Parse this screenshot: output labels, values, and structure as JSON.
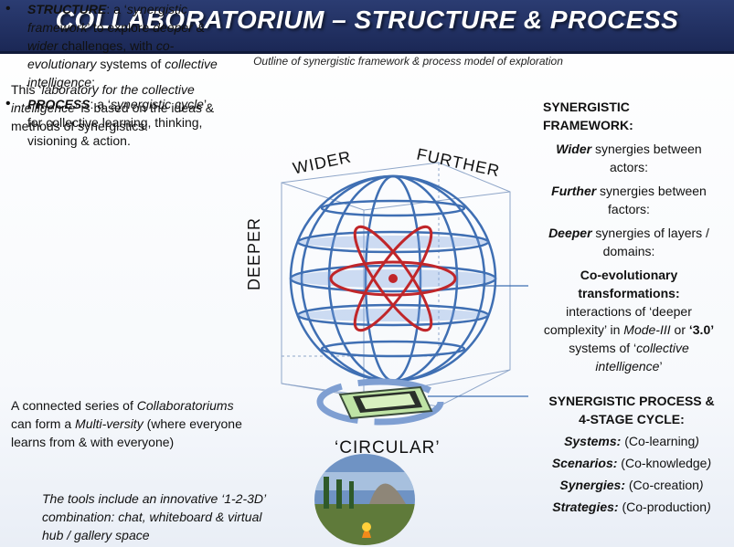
{
  "title": "COLLABORATORIUM – STRUCTURE & PROCESS",
  "subtitle": "Outline of synergistic framework & process model of exploration",
  "intro": {
    "t1": "This ‘",
    "t2": "laboratory for the collective intelligence",
    "t3": "’ is based on the ideas & methods of synergistics:"
  },
  "bullets": [
    {
      "head": "STRUCTURE",
      "t1": ": a ‘",
      "t2": "synergistic framework",
      "t3": "’ to explore ",
      "t4": "deeper & wider",
      "t5": " challenges, with ",
      "t6": "co-evolutionary",
      "t7": " systems of ",
      "t8": "collective intelligence",
      "t9": ";"
    },
    {
      "head": "PROCESS",
      "t1": ": a ‘",
      "t2": "synergistic cycle",
      "t3": "’ for collective learning, thinking, visioning & action."
    }
  ],
  "connected": {
    "t1": "A connected series of ",
    "t2": "Collaboratoriums",
    "t3": " can form a ",
    "t4": "Multi-versity",
    "t5": " (where everyone learns from & with everyone)"
  },
  "tools": "The tools include an innovative ‘1-2-3D’ combination:  chat, whiteboard & virtual hub / gallery space",
  "framework": {
    "heading": "SYNERGISTIC FRAMEWORK:",
    "wider_b": "Wider",
    "wider_t": " synergies between actors:",
    "further_b": "Further",
    "further_t": " synergies between factors:",
    "deeper_b": "Deeper",
    "deeper_t": " synergies of layers / domains:",
    "coevo_b": "Co-evolutionary transformations:",
    "coevo_t1": "interactions of ‘deeper complexity’ in ",
    "coevo_i": "Mode-III",
    "coevo_t2": " or ",
    "coevo_b2": "‘3.0’",
    "coevo_t3": " systems of ‘",
    "coevo_i2": "collective intelligence",
    "coevo_t4": "’"
  },
  "process": {
    "heading1": "SYNERGISTIC PROCESS &",
    "heading2": "4-STAGE CYCLE:",
    "items": [
      {
        "b": "Systems:",
        "t": " (Co-learning",
        "e": ")"
      },
      {
        "b": "Scenarios:",
        "t": " (Co-knowledge",
        "e": ")"
      },
      {
        "b": "Synergies:",
        "t": " (Co-creation",
        "e": ")"
      },
      {
        "b": "Strategies:",
        "t": " (Co-production",
        "e": ")"
      }
    ]
  },
  "labels": {
    "wider": "WIDER",
    "further": "FURTHER",
    "deeper": "DEEPER",
    "circular": "‘CIRCULAR’"
  },
  "colors": {
    "title_bg": "#1f2d5e",
    "globe_blue": "#3f6fb3",
    "atom_red": "#c0262a",
    "arrow_blue": "#7f9fd2"
  }
}
